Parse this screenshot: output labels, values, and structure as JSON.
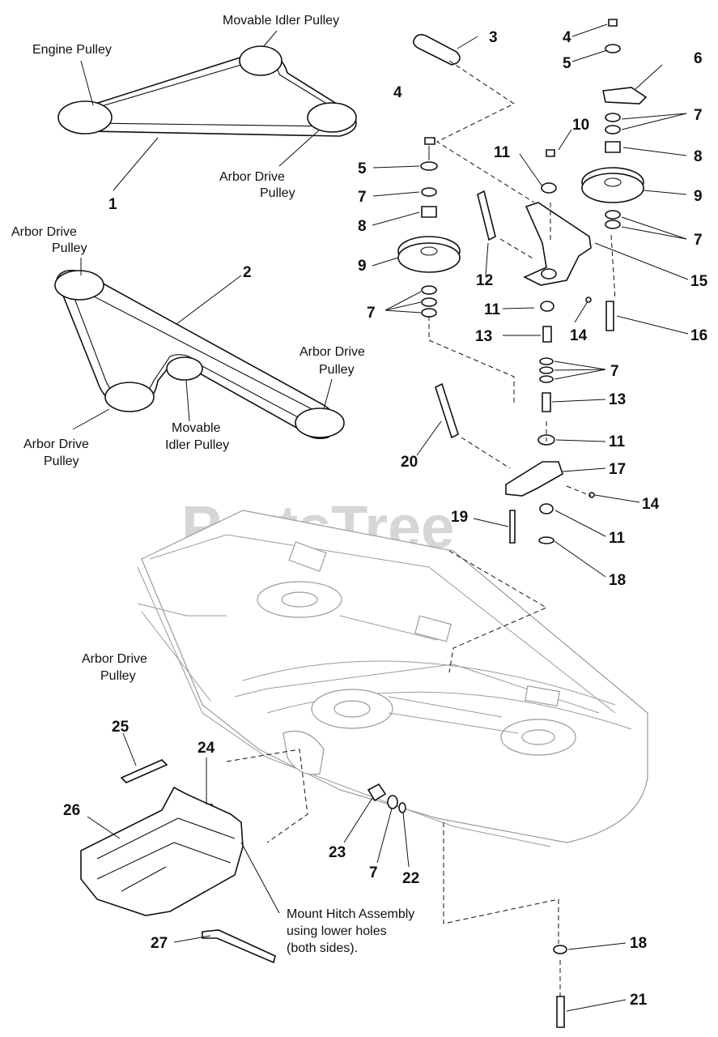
{
  "watermark": "PartsTree",
  "labels": {
    "engine_pulley": "Engine Pulley",
    "movable_idler_top": "Movable Idler Pulley",
    "arbor_drive_top_1": "Arbor Drive",
    "arbor_drive_top_2": "Pulley",
    "arbor_left_1": "Arbor Drive",
    "arbor_left_2": "Pulley",
    "arbor_right_1": "Arbor Drive",
    "arbor_right_2": "Pulley",
    "arbor_bottom_1": "Arbor Drive",
    "arbor_bottom_2": "Pulley",
    "movable_idler_2_1": "Movable",
    "movable_idler_2_2": "Idler Pulley",
    "arbor_deck_1": "Arbor Drive",
    "arbor_deck_2": "Pulley",
    "mount_note_1": "Mount Hitch Assembly",
    "mount_note_2": "using lower holes",
    "mount_note_3": "(both sides)."
  },
  "callouts": [
    "1",
    "2",
    "3",
    "4",
    "4",
    "5",
    "5",
    "6",
    "7",
    "7",
    "7",
    "7",
    "7",
    "7",
    "8",
    "8",
    "9",
    "9",
    "10",
    "11",
    "11",
    "11",
    "11",
    "12",
    "13",
    "13",
    "14",
    "14",
    "15",
    "16",
    "17",
    "18",
    "18",
    "19",
    "20",
    "21",
    "22",
    "23",
    "24",
    "25",
    "26",
    "27"
  ]
}
